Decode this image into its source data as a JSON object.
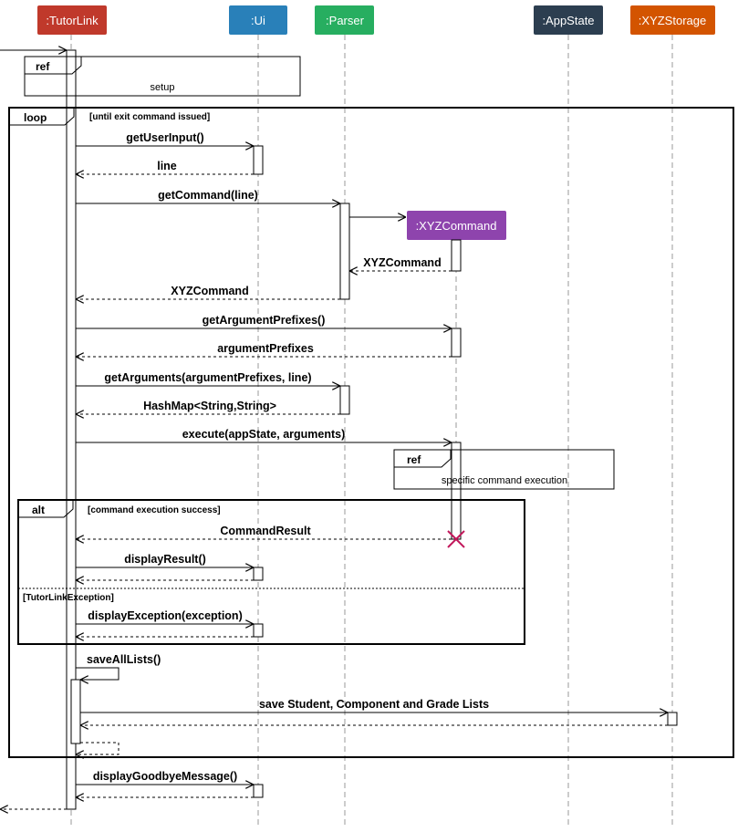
{
  "participants": {
    "tutorlink": {
      "label": ":TutorLink",
      "color": "#c0392b"
    },
    "ui": {
      "label": ":Ui",
      "color": "#2980b9"
    },
    "parser": {
      "label": ":Parser",
      "color": "#27ae60"
    },
    "appstate": {
      "label": ":AppState",
      "color": "#2c3e50"
    },
    "xyzstorage": {
      "label": ":XYZStorage",
      "color": "#d35400"
    },
    "xyzcommand": {
      "label": ":XYZCommand",
      "color": "#8e44ad"
    }
  },
  "frames": {
    "ref_setup": {
      "tag": "ref",
      "text": "setup"
    },
    "loop": {
      "tag": "loop",
      "guard": "[until exit command issued]"
    },
    "ref_specific": {
      "tag": "ref",
      "text": "specific command execution"
    },
    "alt": {
      "tag": "alt",
      "guard": "[command execution success]",
      "else_guard": "[TutorLinkException]"
    }
  },
  "messages": {
    "get_user_input": "getUserInput()",
    "line": "line",
    "get_command": "getCommand(line)",
    "xyz_command_create_return": "XYZCommand",
    "xyz_command_return": "XYZCommand",
    "get_argument_prefixes": "getArgumentPrefixes()",
    "argument_prefixes": "argumentPrefixes",
    "get_arguments": "getArguments(argumentPrefixes, line)",
    "hashmap": "HashMap<String,String>",
    "execute": "execute(appState, arguments)",
    "command_result": "CommandResult",
    "display_result": "displayResult()",
    "display_exception": "displayException(exception)",
    "save_all_lists": "saveAllLists()",
    "save_lists": "save Student, Component and Grade Lists",
    "display_goodbye": "displayGoodbyeMessage()"
  }
}
